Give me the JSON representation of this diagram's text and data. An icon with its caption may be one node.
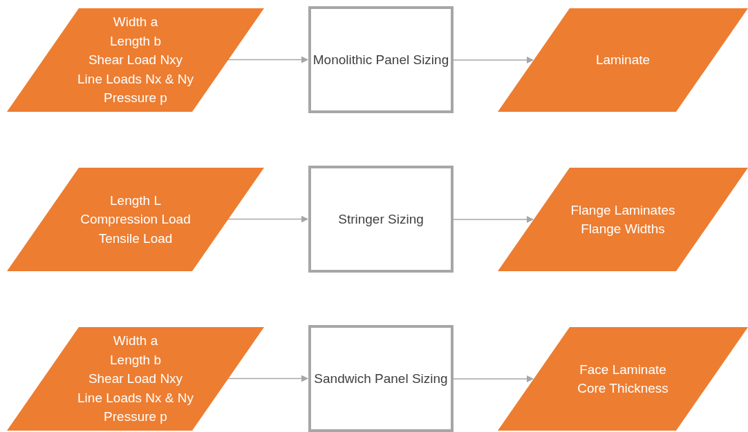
{
  "diagram": {
    "nodes": [
      {
        "text": [
          "Width a",
          "Length b",
          "Shear Load Nxy",
          "Line Loads Nx & Ny",
          "Pressure p"
        ]
      },
      {
        "text": [
          "Monolithic Panel Sizing"
        ]
      },
      {
        "text": [
          "Laminate"
        ]
      },
      {
        "text": [
          "Length L",
          "Compression Load",
          "Tensile Load"
        ]
      },
      {
        "text": [
          "Stringer Sizing"
        ]
      },
      {
        "text": [
          "Flange Laminates",
          "Flange Widths"
        ]
      },
      {
        "text": [
          "Width a",
          "Length b",
          "Shear Load Nxy",
          "Line Loads Nx & Ny",
          "Pressure p"
        ]
      },
      {
        "text": [
          "Sandwich Panel Sizing"
        ]
      },
      {
        "text": [
          "Face Laminate",
          "Core Thickness"
        ]
      }
    ],
    "edges": [
      {
        "from": 0,
        "to": 1,
        "arrow": "to"
      },
      {
        "from": 1,
        "to": 2,
        "arrow": "to"
      },
      {
        "from": 3,
        "to": 4,
        "arrow": "to"
      },
      {
        "from": 4,
        "to": 5,
        "arrow": "to"
      },
      {
        "from": 6,
        "to": 7,
        "arrow": "to"
      },
      {
        "from": 7,
        "to": 8,
        "arrow": "to"
      }
    ]
  }
}
